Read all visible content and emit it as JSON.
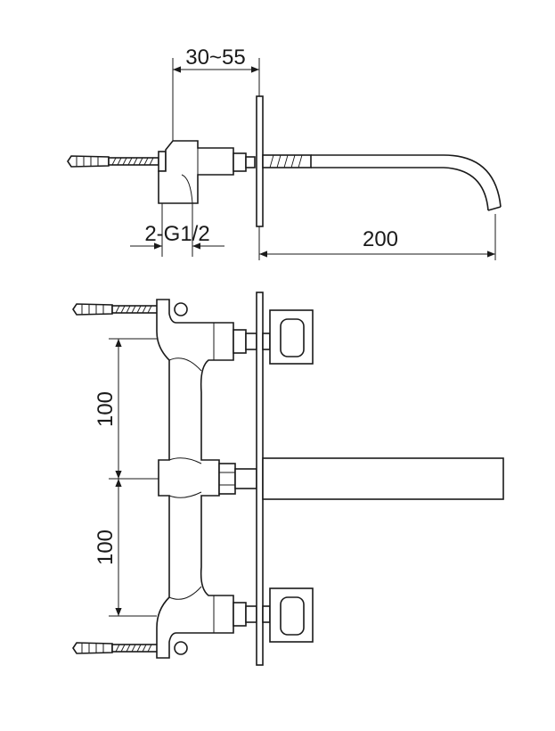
{
  "dimensions": {
    "depth_range": "30~55",
    "connection": "2-G1/2",
    "spout_length": "200",
    "spacing_upper": "100",
    "spacing_lower": "100"
  }
}
